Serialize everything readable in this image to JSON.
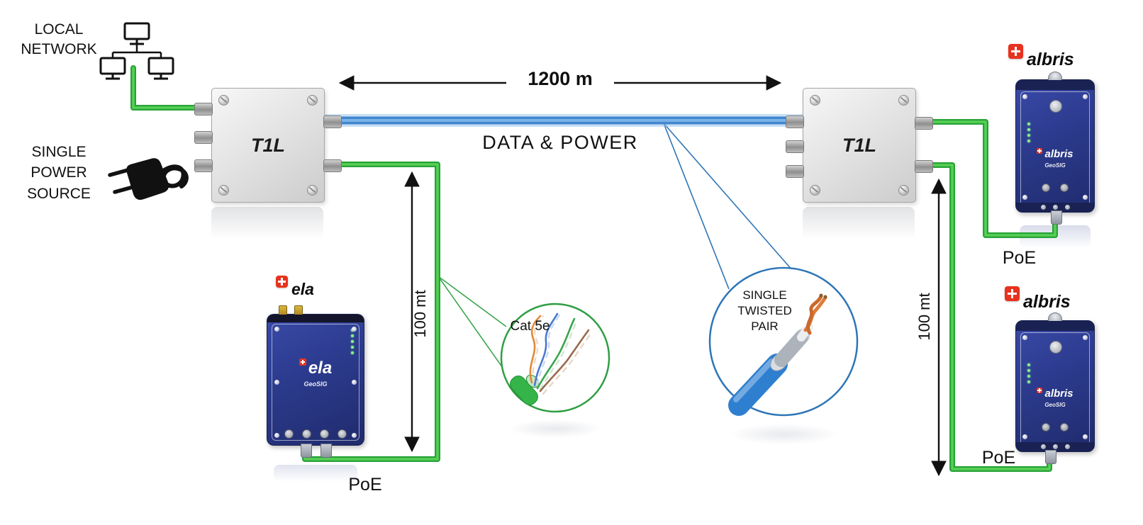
{
  "labels": {
    "local_network": "LOCAL\nNETWORK",
    "single_power_source": "SINGLE\nPOWER\nSOURCE",
    "trunk_distance": "1200 m",
    "trunk_caption": "DATA & POWER",
    "drop_distance_left": "100 mt",
    "drop_distance_right": "100 mt",
    "poe_left": "PoE",
    "poe_right_top": "PoE",
    "poe_right_bottom": "PoE"
  },
  "converters": {
    "left": {
      "label": "T1L"
    },
    "right": {
      "label": "T1L"
    }
  },
  "devices": {
    "ela": {
      "brand": "ela",
      "panel_label": "ela",
      "sub_label": "GeoSIG"
    },
    "albris_top": {
      "brand": "albris",
      "panel_label": "albris",
      "sub_label": "GeoSIG"
    },
    "albris_bottom": {
      "brand": "albris",
      "panel_label": "albris",
      "sub_label": "GeoSIG"
    }
  },
  "callouts": {
    "cat5e": {
      "label": "Cat 5e"
    },
    "twisted_pair": {
      "label": "SINGLE\nTWISTED\nPAIR"
    }
  },
  "colors": {
    "cable_green": "#35b44a",
    "cable_blue": "#4a8fd4",
    "device_blue": "#2b3a8c",
    "converter_gray": "#e4e4e4",
    "flag_red": "#e8321e",
    "callout_green": "#2f9e44",
    "callout_blue": "#2e75b6",
    "arrow_black": "#111111"
  }
}
